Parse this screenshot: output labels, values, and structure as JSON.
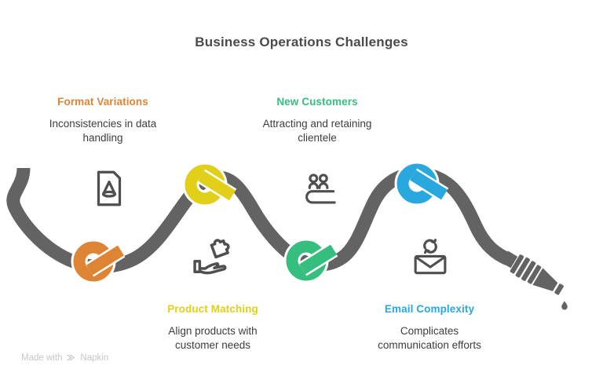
{
  "title": "Business Operations Challenges",
  "watermark": {
    "prefix": "Made with",
    "brand": "Napkin"
  },
  "colors": {
    "rope": "#636363",
    "icon_stroke": "#4f4f4f",
    "title_text": "#4a4a4a",
    "body_text": "#3d3d3d",
    "watermark_text": "#c6c6c6"
  },
  "items": [
    {
      "id": "format-variations",
      "label": "Format Variations",
      "description": "Inconsistencies in data handling",
      "color": "#dd8435",
      "icon": "document-cone-icon"
    },
    {
      "id": "new-customers",
      "label": "New Customers",
      "description": "Attracting and retaining clientele",
      "color": "#36be7e",
      "icon": "people-desk-icon"
    },
    {
      "id": "product-matching",
      "label": "Product Matching",
      "description": "Align products with customer needs",
      "color": "#e2cf19",
      "icon": "hand-puzzle-icon"
    },
    {
      "id": "email-complexity",
      "label": "Email Complexity",
      "description": "Complicates communication efforts",
      "color": "#29a8df",
      "icon": "envelope-sync-icon"
    }
  ]
}
